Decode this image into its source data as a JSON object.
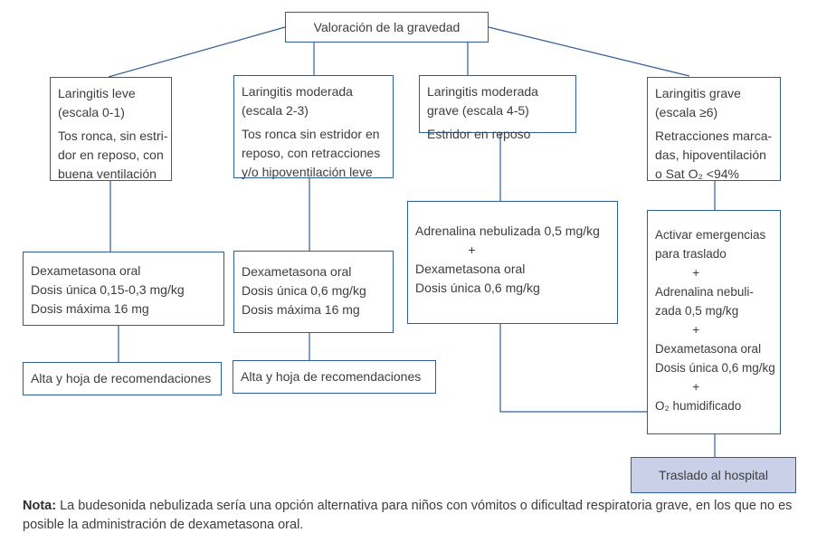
{
  "meta": {
    "colors": {
      "line_and_border": "#2d5f96",
      "text": "#3d3d3d",
      "transfer_fill": "#c9d0e8",
      "background": "#ffffff"
    }
  },
  "root": {
    "label": "Valoración de la gravedad"
  },
  "columns": [
    {
      "assessment": {
        "head": [
          "Laringitis leve",
          "(escala 0-1)"
        ],
        "body": [
          "Tos ronca, sin estri-",
          "dor en reposo, con",
          "buena ventilación"
        ]
      },
      "treatment": {
        "lines": [
          "Dexametasona oral",
          "Dosis única 0,15-0,3 mg/kg",
          "Dosis máxima 16 mg"
        ]
      },
      "outcome": {
        "label": "Alta y hoja de recomendaciones"
      }
    },
    {
      "assessment": {
        "head": [
          "Laringitis moderada",
          "(escala 2-3)"
        ],
        "body": [
          "Tos ronca sin estridor en",
          "reposo, con retracciones",
          "y/o hipoventilación leve"
        ]
      },
      "treatment": {
        "lines": [
          "Dexametasona oral",
          "Dosis única 0,6 mg/kg",
          "Dosis máxima 16 mg"
        ]
      },
      "outcome": {
        "label": "Alta y hoja de recomendaciones"
      }
    },
    {
      "assessment": {
        "head": [
          "Laringitis moderada",
          "grave (escala 4-5)"
        ],
        "body": [
          "Estridor en reposo"
        ]
      },
      "treatment": {
        "lines": [
          "Adrenalina nebulizada 0,5 mg/kg",
          "               +",
          "Dexametasona oral",
          "Dosis única 0,6 mg/kg"
        ]
      }
    },
    {
      "assessment": {
        "head": [
          "Laringitis grave",
          "(escala ≥6)"
        ],
        "body": [
          "Retracciones marca-",
          "das, hipoventilación",
          "o Sat O₂ <94%"
        ]
      },
      "treatment": {
        "lines": [
          "Activar emergencias",
          "para traslado",
          "           +",
          "Adrenalina nebuli-",
          "zada 0,5 mg/kg",
          "           +",
          "Dexametasona oral",
          "Dosis única 0,6 mg/kg",
          "           +",
          "O₂ humidificado"
        ]
      }
    }
  ],
  "transfer": {
    "label": "Traslado al hospital"
  },
  "note": {
    "label": "Nota:",
    "text": " La budesonida nebulizada sería una opción alternativa para niños con vómitos o dificultad respiratoria grave, en los que no es posible la administración de dexametasona oral."
  }
}
